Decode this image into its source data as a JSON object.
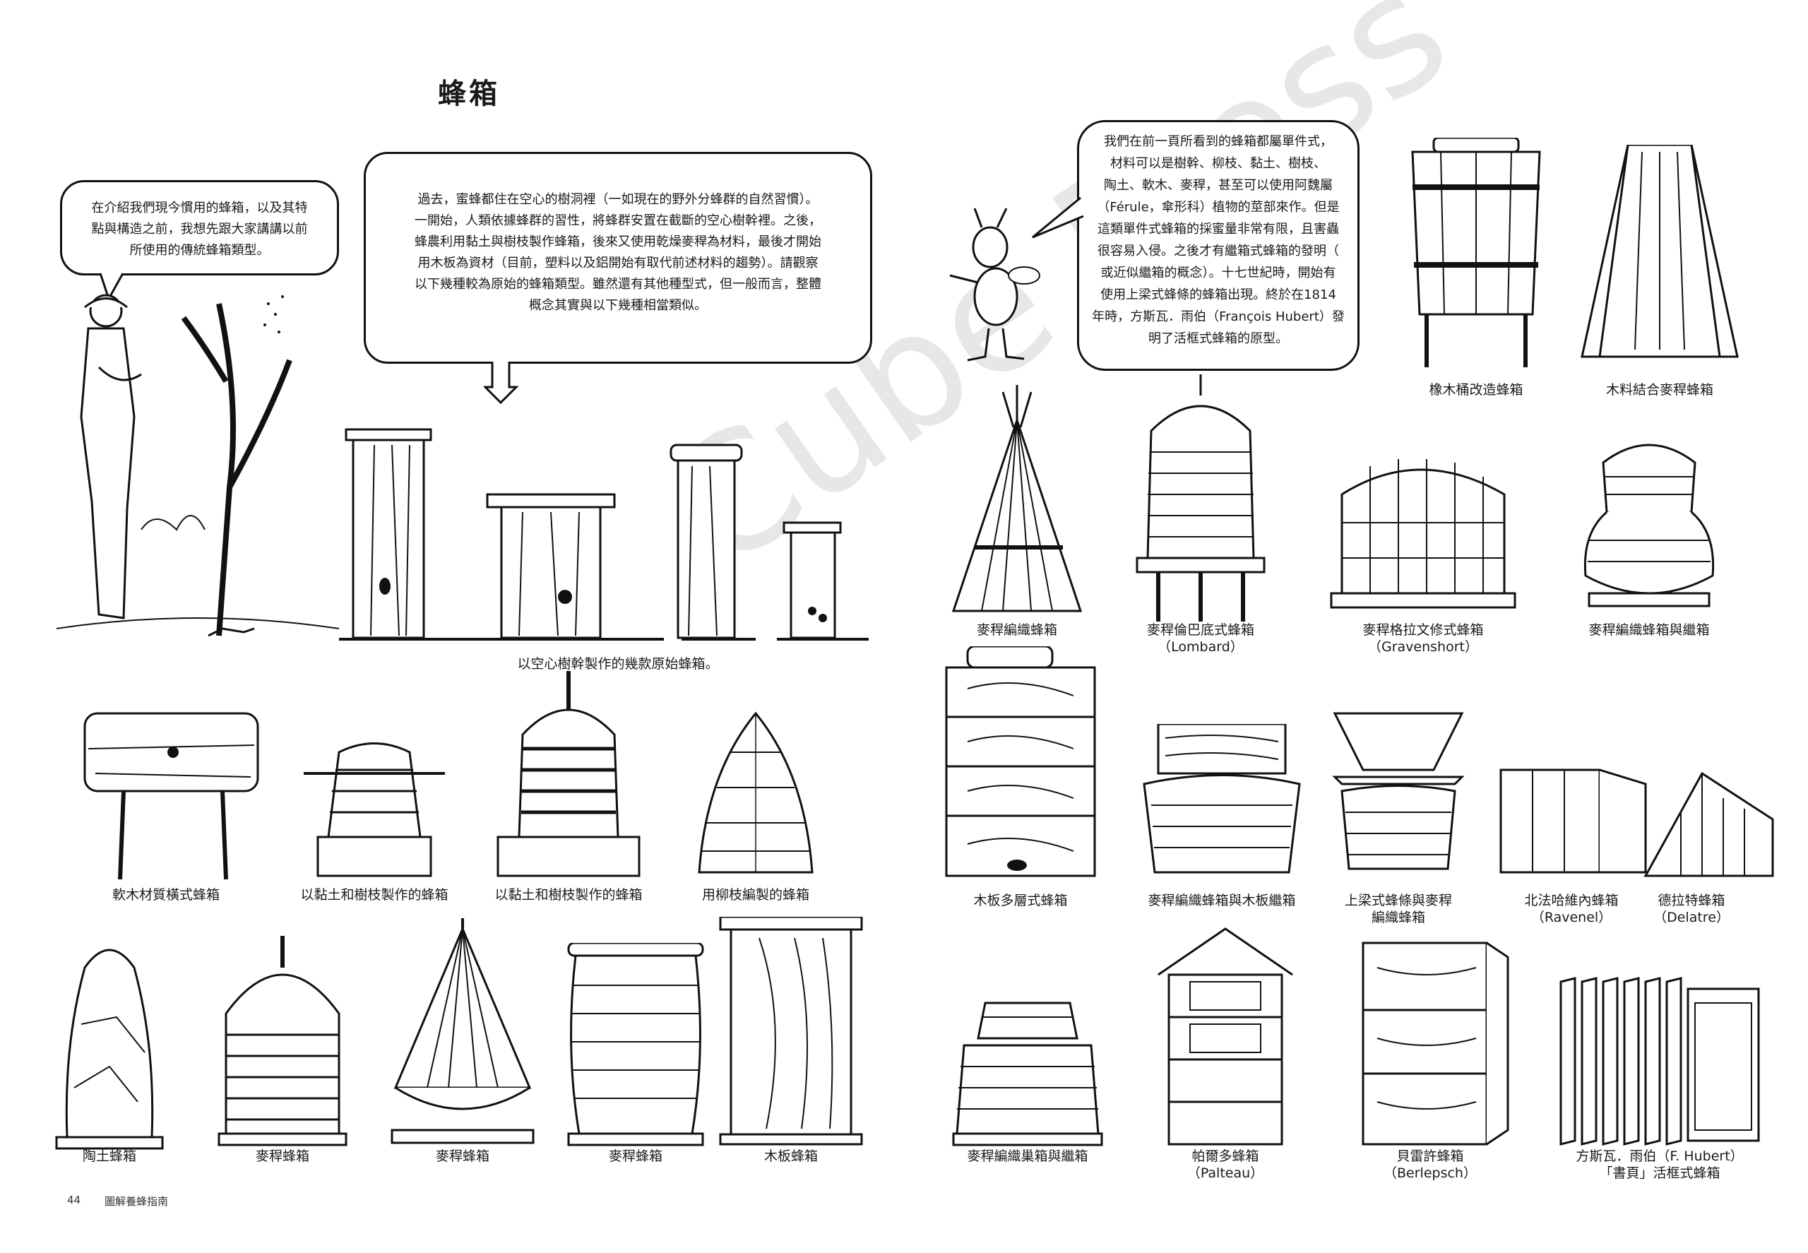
{
  "page": {
    "title": "蜂箱",
    "watermark": "Cube Press",
    "page_number": "44",
    "book_title": "圖解養蜂指南"
  },
  "bubbles": {
    "small": "在介紹我們現今慣用的蜂箱，以及其特\n點與構造之前，我想先跟大家講講以前\n所使用的傳統蜂箱類型。",
    "large": "過去，蜜蜂都住在空心的樹洞裡（一如現在的野外分蜂群的自然習慣）。\n一開始，人類依據蜂群的習性，將蜂群安置在截斷的空心樹幹裡。之後，\n蜂農利用黏土與樹枝製作蜂箱，後來又使用乾燥麥稈為材料，最後才開始\n用木板為資材（目前，塑料以及鋁開始有取代前述材料的趨勢）。請觀察\n以下幾種較為原始的蜂箱類型。雖然還有其他種型式，但一般而言，整體\n概念其實與以下幾種相當類似。",
    "right": "我們在前一頁所看到的蜂箱都屬單件式，\n材料可以是樹幹、柳枝、黏土、樹枝、\n陶土、軟木、麥稈，甚至可以使用阿魏屬\n（Férule，傘形科）植物的莖部來作。但是\n這類單件式蜂箱的採蜜量非常有限，且害蟲\n很容易入侵。之後才有繼箱式蜂箱的發明（\n或近似繼箱的概念）。十七世紀時，開始有\n使用上梁式蜂條的蜂箱出現。終於在1814\n年時，方斯瓦．雨伯（François Hubert）發\n明了活框式蜂箱的原型。"
  },
  "captions": {
    "trunks": "以空心樹幹製作的幾款原始蜂箱。",
    "cork_horizontal": "軟木材質橫式蜂箱",
    "clay_branch_1": "以黏土和樹枝製作的蜂箱",
    "clay_branch_2": "以黏土和樹枝製作的蜂箱",
    "willow": "用柳枝編製的蜂箱",
    "ceramic": "陶土蜂箱",
    "straw_1": "麥稈蜂箱",
    "straw_2": "麥稈蜂箱",
    "straw_3": "麥稈蜂箱",
    "wood_board": "木板蜂箱",
    "oak_barrel": "橡木桶改造蜂箱",
    "wood_straw": "木料結合麥稈蜂箱",
    "straw_woven": "麥稈編織蜂箱",
    "lombard": "麥稈倫巴底式蜂箱\n（Lombard）",
    "gravenshort": "麥稈格拉文修式蜂箱\n（Gravenshort）",
    "straw_woven_super": "麥稈編織蜂箱與繼箱",
    "wood_multilayer": "木板多層式蜂箱",
    "straw_wood_super": "麥稈編織蜂箱與木板繼箱",
    "topbar_straw": "上梁式蜂條與麥稈\n編織蜂箱",
    "ravenel": "北法哈維內蜂箱\n（Ravenel）",
    "delatre": "德拉特蜂箱\n（Delatre）",
    "straw_nest_super": "麥稈編織巢箱與繼箱",
    "palteau": "帕爾多蜂箱\n（Palteau）",
    "berlepsch": "貝雷許蜂箱\n（Berlepsch）",
    "hubert": "方斯瓦．雨伯（F. Hubert）\n「書頁」活框式蜂箱"
  },
  "colors": {
    "ink": "#1a1a1a",
    "paper": "#ffffff"
  }
}
